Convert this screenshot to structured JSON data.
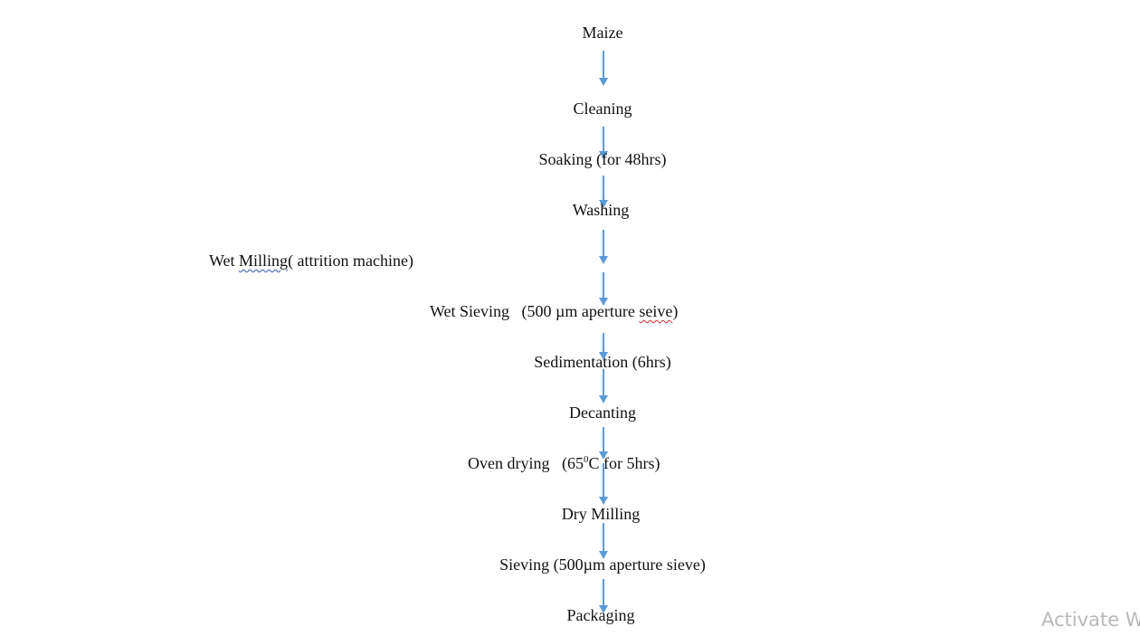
{
  "colors": {
    "arrow": "#5b9bd5",
    "text": "#111111",
    "watermark": "#b8b8b8"
  },
  "flowchart": {
    "steps": [
      {
        "id": "maize",
        "label": "Maize"
      },
      {
        "id": "cleaning",
        "label": "Cleaning"
      },
      {
        "id": "soaking",
        "label": "Soaking (for 48hrs)"
      },
      {
        "id": "washing",
        "label": "Washing"
      },
      {
        "id": "wet-milling",
        "label_part1": "Wet ",
        "label_part2": "Milling",
        "label_part3": "( attrition machine)"
      },
      {
        "id": "wet-sieving",
        "label_part1": "Wet Sieving   (500 µm aperture ",
        "label_part2": "seive",
        "label_part3": ")"
      },
      {
        "id": "sedimentation",
        "label": "Sedimentation (6hrs)"
      },
      {
        "id": "decanting",
        "label": "Decanting"
      },
      {
        "id": "oven-drying",
        "label_part1": "Oven drying   (65",
        "label_sup": "0",
        "label_part2": "C for 5hrs)"
      },
      {
        "id": "dry-milling",
        "label": "Dry Milling"
      },
      {
        "id": "sieving",
        "label": "Sieving (500µm aperture sieve)"
      },
      {
        "id": "packaging",
        "label": "Packaging"
      }
    ]
  },
  "watermark": {
    "text": "Activate W"
  }
}
